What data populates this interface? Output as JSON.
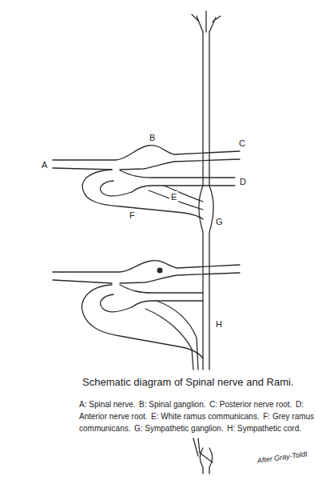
{
  "diagram": {
    "caption": "Schematic diagram of Spinal nerve and Rami.",
    "labels": [
      "A",
      "B",
      "C",
      "D",
      "E",
      "F",
      "G",
      "H",
      "A: Spinal nerve.",
      "B: Spinal ganglion.",
      "C: Posterior nerve root.",
      "D: Anterior nerve root.",
      "E: White ramus communicans.",
      "F: Grey ramus communicans.",
      "G: Sympathetic ganglion.",
      "H: Sympathetic cord.",
      "After Gray-Toldt"
    ]
  }
}
